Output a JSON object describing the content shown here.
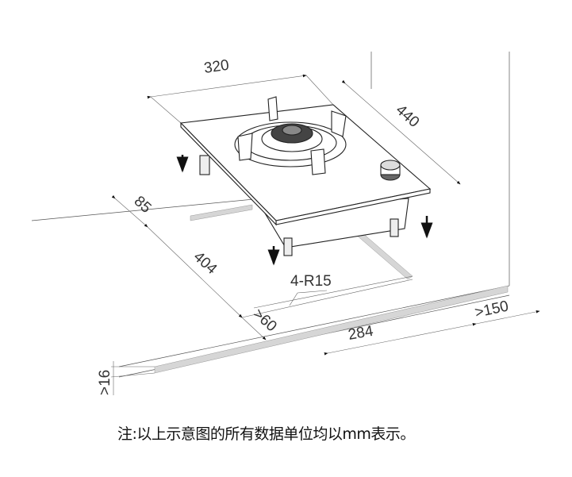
{
  "dimensions": {
    "width": "320",
    "depth": "440",
    "height_below": "85",
    "cutout_depth": "404",
    "corner_radius": "4-R15",
    "front_clearance": ">60",
    "cutout_width": "284",
    "side_clearance": ">150",
    "counter_thickness": ">16"
  },
  "note": "注:以上示意图的所有数据单位均以mm表示。"
}
